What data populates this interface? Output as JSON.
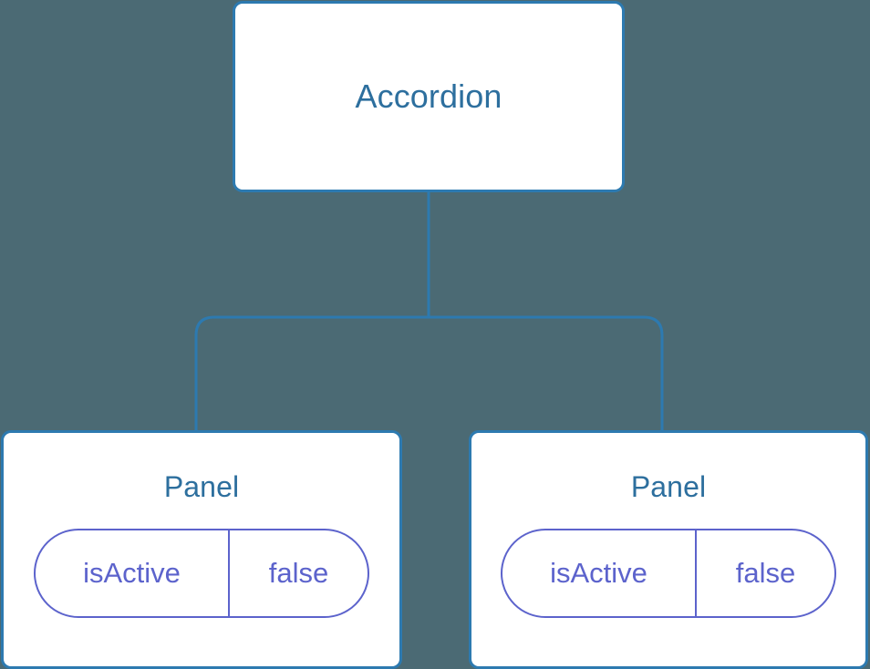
{
  "diagram": {
    "kind": "component-tree",
    "background_color": "#4b6a74",
    "node_fill_color": "#ffffff",
    "node_border_color": "#2d7ab0",
    "node_title_color": "#2d6f9e",
    "connector_color": "#2d7ab0",
    "prop_color": "#5c63cc",
    "root": {
      "title": "Accordion"
    },
    "children": [
      {
        "title": "Panel",
        "props": [
          {
            "key": "isActive",
            "value": "false"
          }
        ]
      },
      {
        "title": "Panel",
        "props": [
          {
            "key": "isActive",
            "value": "false"
          }
        ]
      }
    ]
  }
}
